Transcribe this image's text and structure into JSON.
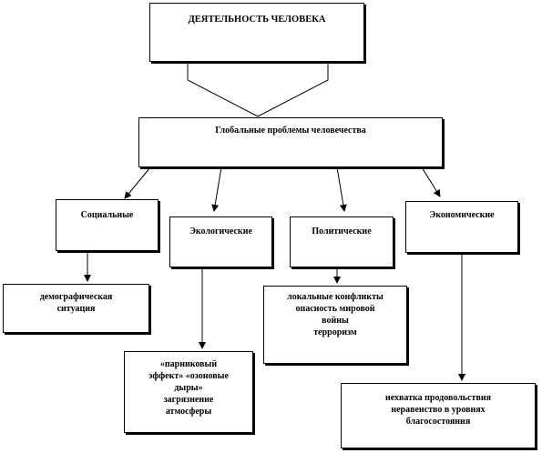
{
  "title": "ДЕЯТЕЛЬНОСТЬ  ЧЕЛОВЕКА",
  "global_problems": "Глобальные проблемы человечества",
  "categories": {
    "social": "Социальные",
    "ecological": "Экологические",
    "political": "Политические",
    "economic": "Экономические"
  },
  "details": {
    "social": "демографическая\nситуация",
    "ecological": "«парниковый\nэффект» «озоновые\nдыры»\nзагрязнение\nатмосферы",
    "political": "локальные  конфликты\nопасность мировой\nвойны\nтерроризм",
    "economic": "нехватка  продовольствия\nнеравенство в уровнях\nблагосостояния"
  }
}
